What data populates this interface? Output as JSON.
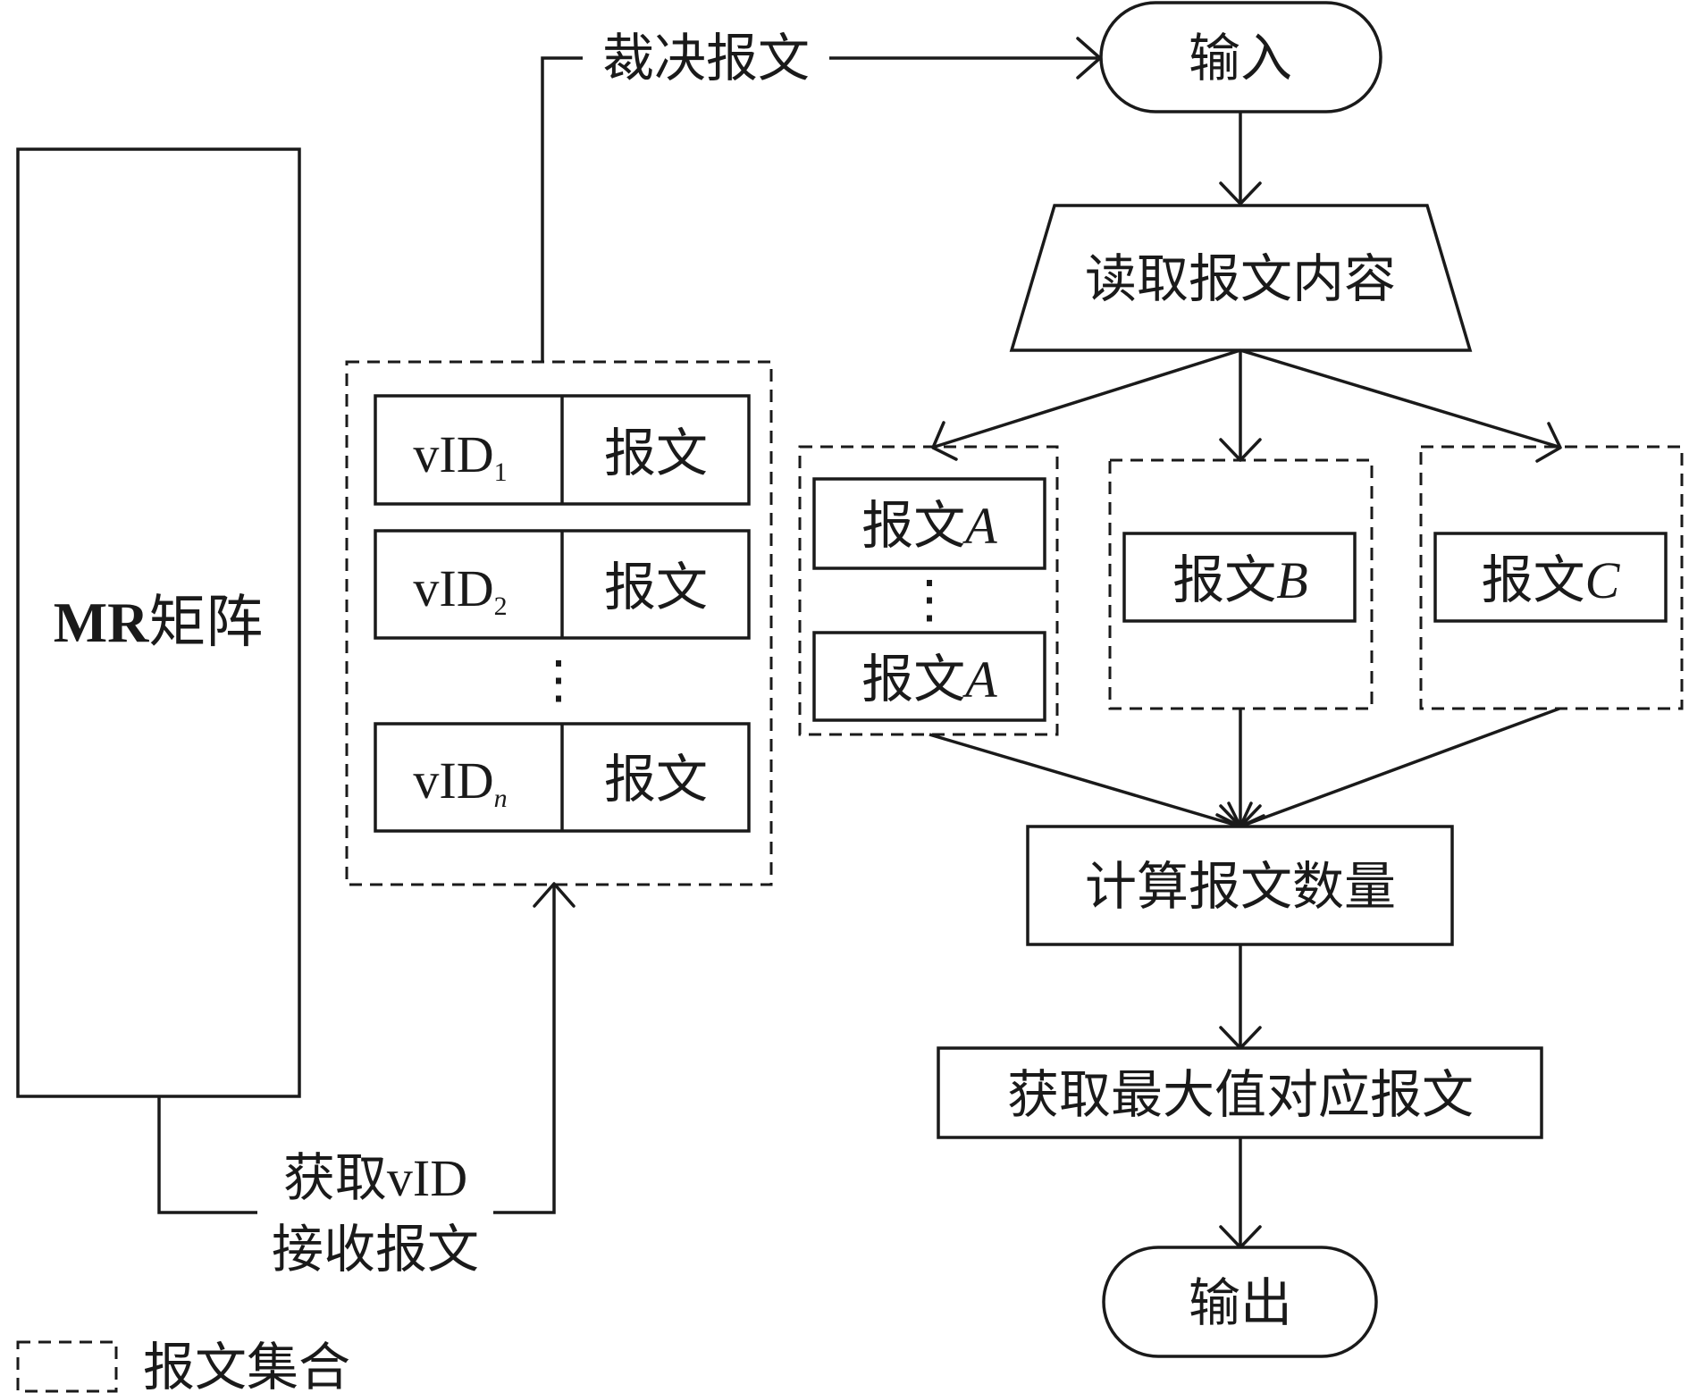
{
  "mr_matrix": {
    "bold": "MR",
    "rest": "矩阵"
  },
  "edge_labels": {
    "verdict": "裁决报文",
    "get_vid": "获取vID",
    "receive_msg": "接收报文"
  },
  "message_set": {
    "rows": [
      {
        "vid": "vID",
        "sub": "1",
        "msg": "报文"
      },
      {
        "vid": "vID",
        "sub": "2",
        "msg": "报文"
      },
      {
        "vid": "vID",
        "sub": "n",
        "msg": "报文"
      }
    ],
    "ellipsis": "⋮"
  },
  "flow": {
    "input": "输入",
    "read": "读取报文内容",
    "count": "计算报文数量",
    "get_max": "获取最大值对应报文",
    "output": "输出"
  },
  "groups": {
    "a": {
      "prefix": "报文",
      "letter": "A",
      "ellipsis": "⋮"
    },
    "b": {
      "prefix": "报文",
      "letter": "B"
    },
    "c": {
      "prefix": "报文",
      "letter": "C"
    }
  },
  "legend": {
    "label": "报文集合"
  }
}
